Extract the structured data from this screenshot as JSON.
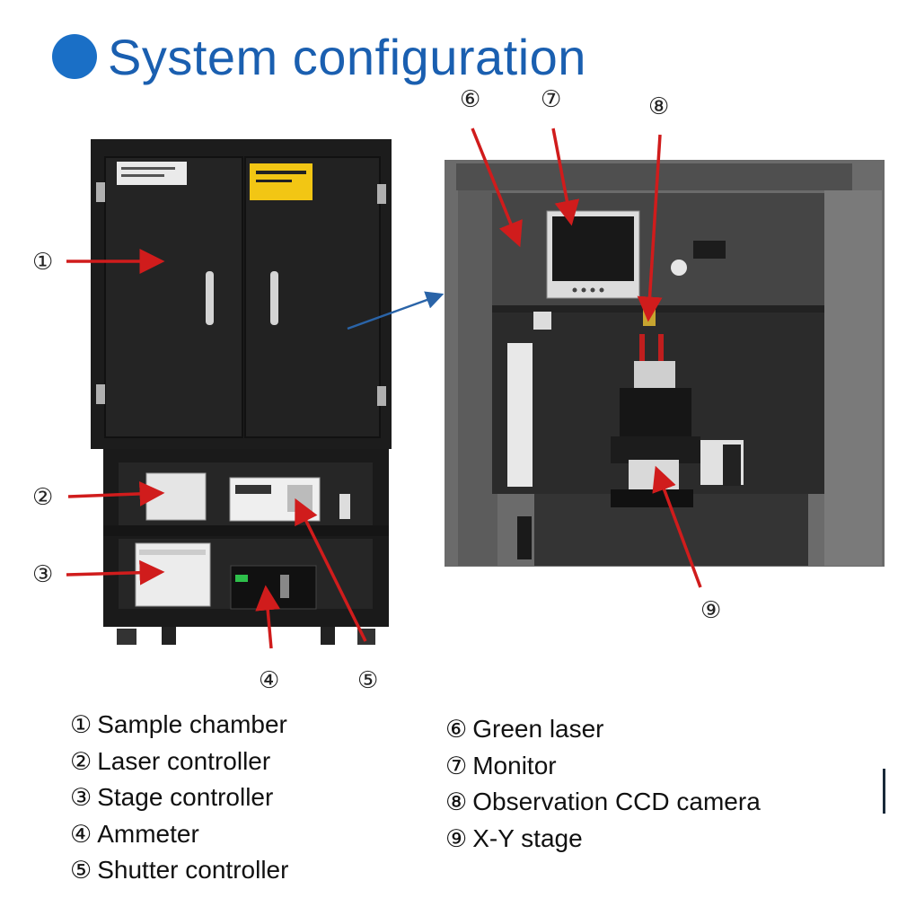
{
  "header": {
    "title": "System configuration",
    "accent_color": "#1a6fc6"
  },
  "callouts": [
    {
      "id": 1,
      "symbol": "①"
    },
    {
      "id": 2,
      "symbol": "②"
    },
    {
      "id": 3,
      "symbol": "③"
    },
    {
      "id": 4,
      "symbol": "④"
    },
    {
      "id": 5,
      "symbol": "⑤"
    },
    {
      "id": 6,
      "symbol": "⑥"
    },
    {
      "id": 7,
      "symbol": "⑦"
    },
    {
      "id": 8,
      "symbol": "⑧"
    },
    {
      "id": 9,
      "symbol": "⑨"
    }
  ],
  "legend_left": [
    {
      "num": "①",
      "label": "Sample chamber"
    },
    {
      "num": "②",
      "label": "Laser controller"
    },
    {
      "num": "③",
      "label": "Stage controller"
    },
    {
      "num": "④",
      "label": "Ammeter"
    },
    {
      "num": "⑤",
      "label": "Shutter controller"
    }
  ],
  "legend_right": [
    {
      "num": "⑥",
      "label": "Green laser"
    },
    {
      "num": "⑦",
      "label": "Monitor"
    },
    {
      "num": "⑧",
      "label": "Observation CCD camera"
    },
    {
      "num": "⑨",
      "label": "X-Y stage"
    }
  ],
  "colors": {
    "arrow_red": "#d01c1c",
    "arrow_blue": "#2a64a8",
    "cabinet": "#1e1e1e",
    "panel": "#2a2a2a"
  },
  "icons": [
    "cabinet-illustration",
    "chamber-interior-illustration",
    "laser-warning-label"
  ]
}
